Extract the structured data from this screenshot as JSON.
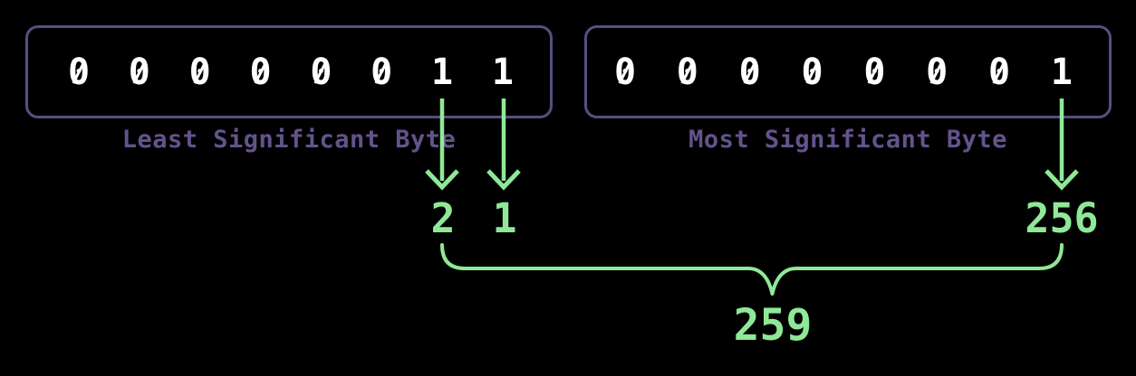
{
  "bytes": [
    {
      "name": "lsb",
      "label": "Least Significant Byte",
      "bits": [
        "0",
        "0",
        "0",
        "0",
        "0",
        "0",
        "1",
        "1"
      ]
    },
    {
      "name": "msb",
      "label": "Most Significant Byte",
      "bits": [
        "0",
        "0",
        "0",
        "0",
        "0",
        "0",
        "0",
        "1"
      ]
    }
  ],
  "place_values": [
    {
      "bit": "lsb-bit-6",
      "text": "2"
    },
    {
      "bit": "lsb-bit-7",
      "text": "1"
    },
    {
      "bit": "msb-bit-7",
      "text": "256"
    }
  ],
  "total": {
    "text": "259"
  },
  "colors": {
    "background": "#000000",
    "box_border": "#5b4c80",
    "byte_label_text": "#63538c",
    "bit_text": "#ffffff",
    "accent_green": "#8fe897"
  }
}
